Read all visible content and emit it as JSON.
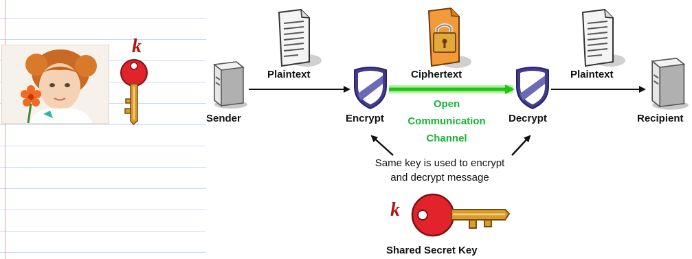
{
  "labels": {
    "sender": "Sender",
    "plaintext_left": "Plaintext",
    "ciphertext": "Ciphertext",
    "plaintext_right": "Plaintext",
    "encrypt": "Encrypt",
    "decrypt": "Decrypt",
    "recipient": "Recipient",
    "shared_key": "Shared Secret Key"
  },
  "channel_label": [
    "Open",
    "Communication",
    "Channel"
  ],
  "key_note": [
    "Same key is used to encrypt",
    "and decrypt message"
  ],
  "key_symbol": "k",
  "colors": {
    "channel_green": "#16b536",
    "key_red": "#e2232b",
    "key_letter": "#b21414",
    "shield_purple": "#433b8f"
  },
  "icons": [
    "document-icon",
    "padlock-document-icon",
    "server-icon",
    "shield-icon",
    "key-icon",
    "person-photo"
  ]
}
